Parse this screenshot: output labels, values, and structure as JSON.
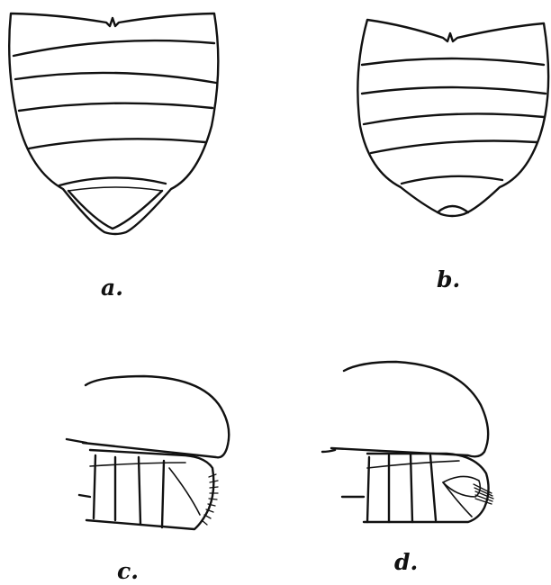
{
  "figure": {
    "panels": [
      {
        "id": "a",
        "label": "a.",
        "view": "dorsal"
      },
      {
        "id": "b",
        "label": "b.",
        "view": "dorsal"
      },
      {
        "id": "c",
        "label": "c.",
        "view": "lateral"
      },
      {
        "id": "d",
        "label": "d.",
        "view": "lateral"
      }
    ],
    "line_color": "#111111",
    "background": "#ffffff"
  }
}
